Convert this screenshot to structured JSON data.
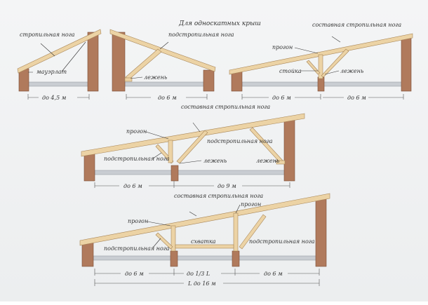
{
  "title": "Для односкатных крыш",
  "diagrams": [
    {
      "labels": {
        "rafter": "стропильная нога",
        "mauerlat": "мауэрлат"
      },
      "dims": [
        "до 4,5 м"
      ]
    },
    {
      "labels": {
        "strut": "подстропильная нога",
        "sill": "лежень"
      },
      "dims": [
        "до 6 м"
      ]
    },
    {
      "labels": {
        "composite": "составная стропильная нога",
        "purlin": "прогон",
        "post": "стойка",
        "sill": "лежень"
      },
      "dims": [
        "до 6 м",
        "до 6 м"
      ]
    },
    {
      "labels": {
        "composite": "составная стропильная нога",
        "purlin": "прогон",
        "strut_left": "подстропильная нога",
        "strut_right": "подстропильная нога",
        "sill_mid": "лежень",
        "sill_right": "лежень"
      },
      "dims": [
        "до 6 м",
        "до 9 м"
      ]
    },
    {
      "labels": {
        "composite": "составная стропильная нога",
        "purlin_left": "прогон",
        "purlin_right": "прогон",
        "strut_left": "подстропильная нога",
        "tie": "схватка",
        "strut_right": "подстропильная нога"
      },
      "dims": [
        "до 6 м",
        "до 1/3 L",
        "до 6 м",
        "L до 16 м"
      ]
    }
  ]
}
